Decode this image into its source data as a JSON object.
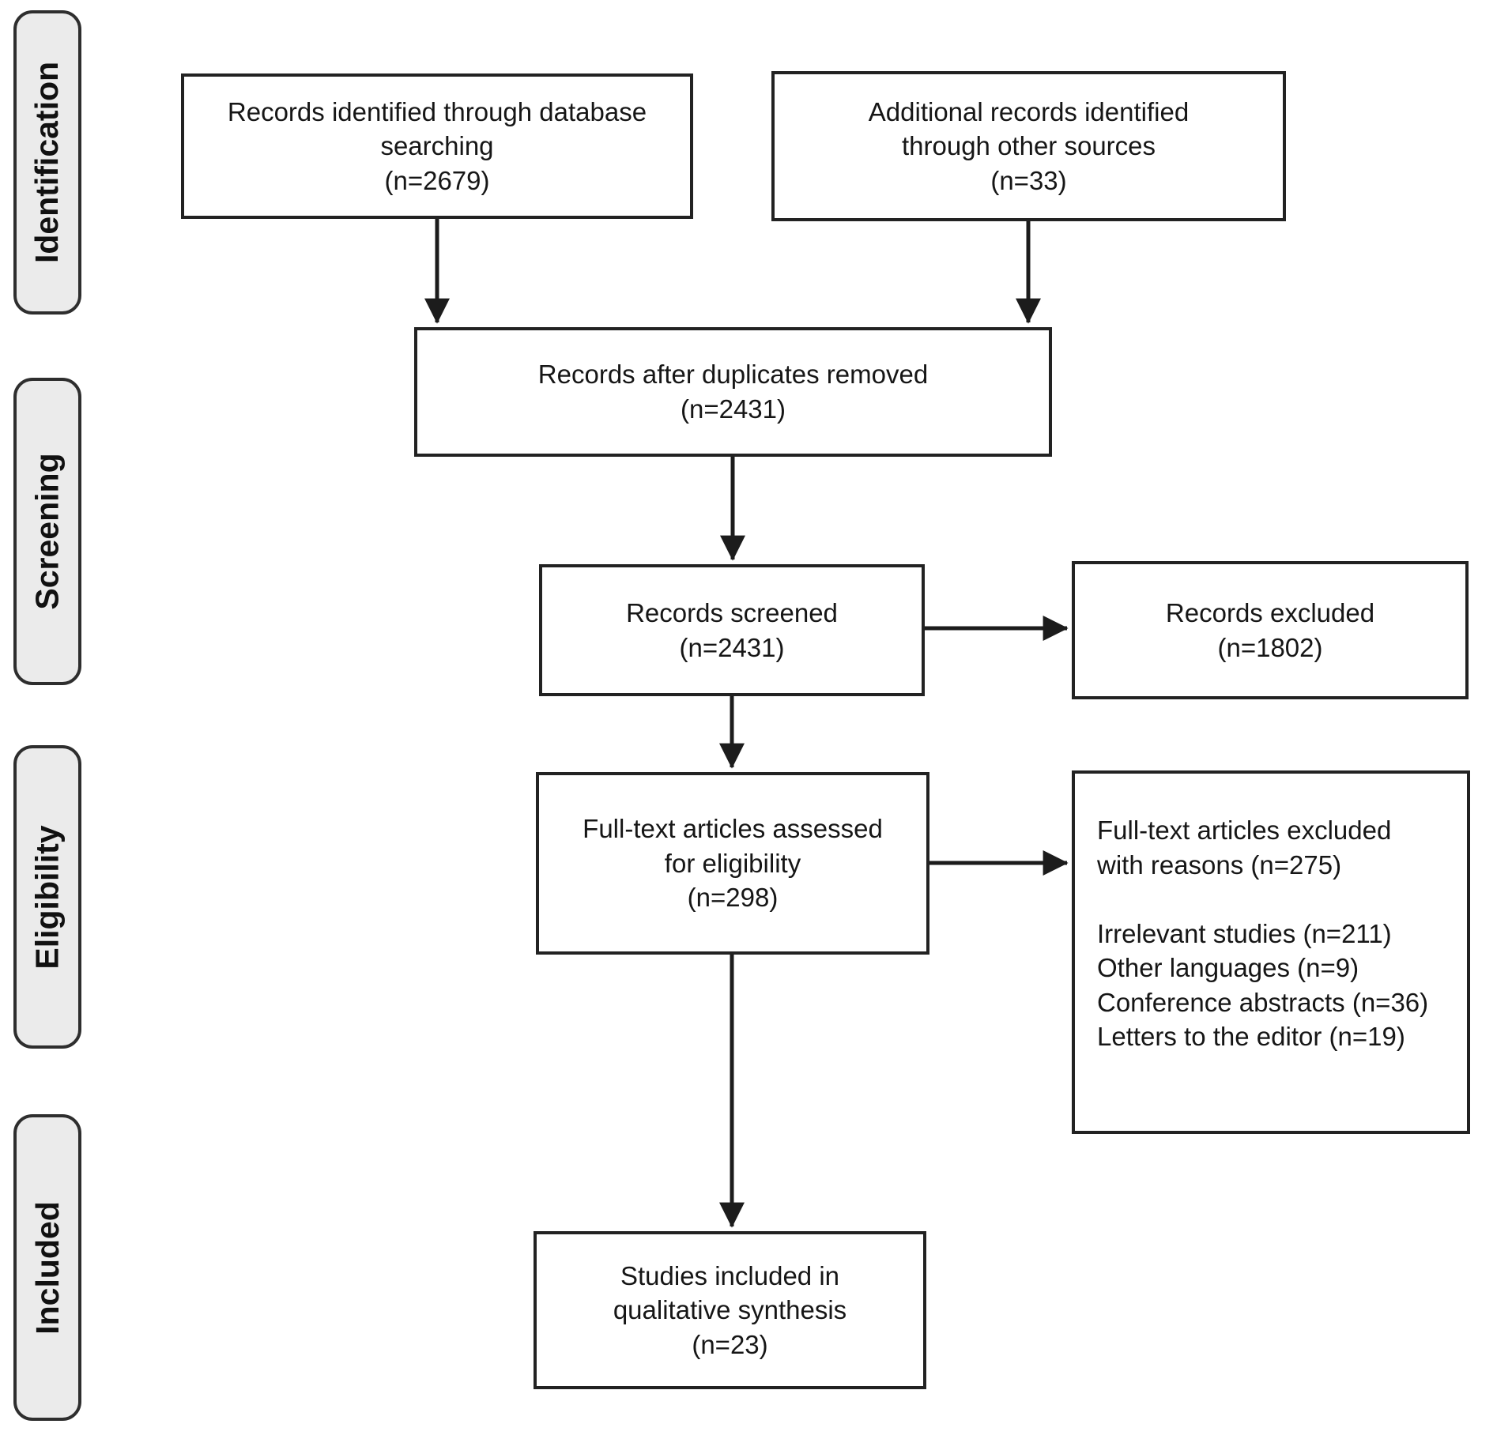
{
  "diagram_type": "prisma-flow",
  "colors": {
    "background": "#ffffff",
    "box_border": "#222222",
    "stage_fill": "#ebebeb",
    "stage_border": "#2e2e2e",
    "arrow": "#1c1c1c",
    "text": "#161616"
  },
  "sidebar": {
    "stages": [
      {
        "label": "Identification"
      },
      {
        "label": "Screening"
      },
      {
        "label": "Eligibility"
      },
      {
        "label": "Included"
      }
    ]
  },
  "nodes": {
    "identified_database": {
      "lines": [
        "Records identified through database",
        "searching",
        "(n=2679)"
      ],
      "n": 2679
    },
    "identified_other": {
      "lines": [
        "Additional records identified",
        "through other sources",
        "(n=33)"
      ],
      "n": 33
    },
    "after_duplicates": {
      "lines": [
        "Records after duplicates removed",
        "(n=2431)"
      ],
      "n": 2431
    },
    "screened": {
      "lines": [
        "Records screened",
        "(n=2431)"
      ],
      "n": 2431
    },
    "records_excluded": {
      "lines": [
        "Records excluded",
        "(n=1802)"
      ],
      "n": 1802
    },
    "fulltext_assessed": {
      "lines": [
        "Full-text articles assessed",
        "for eligibility",
        "(n=298)"
      ],
      "n": 298
    },
    "fulltext_excluded": {
      "lines": [
        "Full-text articles excluded",
        "with reasons (n=275)",
        "",
        "Irrelevant studies (n=211)",
        "Other languages (n=9)",
        "Conference abstracts (n=36)",
        "Letters to the editor (n=19)"
      ],
      "n": 275,
      "reasons": [
        {
          "label": "Irrelevant studies",
          "n": 211
        },
        {
          "label": "Other languages",
          "n": 9
        },
        {
          "label": "Conference abstracts",
          "n": 36
        },
        {
          "label": "Letters to the editor",
          "n": 19
        }
      ]
    },
    "included_qualitative": {
      "lines": [
        "Studies included in",
        "qualitative synthesis",
        "(n=23)"
      ],
      "n": 23
    }
  }
}
